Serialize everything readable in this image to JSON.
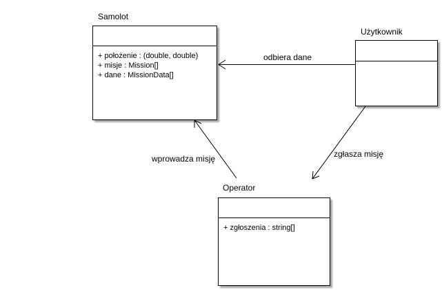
{
  "classes": {
    "samolot": {
      "name": "Samolot",
      "attributes": [
        "+ położenie : (double, double)",
        "+ misje : Mission[]",
        "+ dane : MissionData[]"
      ]
    },
    "uzytkownik": {
      "name": "Użytkownik",
      "attributes": []
    },
    "operator": {
      "name": "Operator",
      "attributes": [
        "+ zgłoszenia : string[]"
      ]
    }
  },
  "associations": {
    "uzytkownik_samolot": "odbiera dane",
    "uzytkownik_operator": "zgłasza misję",
    "operator_samolot": "wprowadza misję"
  },
  "colors": {
    "line": "#000000",
    "box_fill": "#ffffff"
  }
}
